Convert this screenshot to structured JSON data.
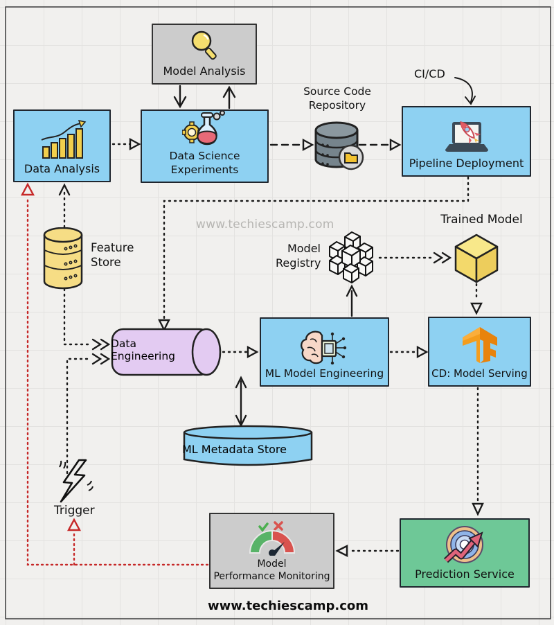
{
  "colors": {
    "node_blue": "#8ed1f2",
    "node_gray": "#cccccc",
    "node_green": "#6ec897",
    "cyl_yellow": "#f6dd85",
    "cyl_purple": "#e3cbf2",
    "red": "#c62828",
    "ink": "#1a1a1a"
  },
  "watermark_center": "www.techiescamp.com",
  "watermark_bottom": "www.techiescamp.com",
  "nodes": {
    "data_analysis": {
      "label": "Data Analysis",
      "icon": "bar-chart"
    },
    "model_analysis": {
      "label": "Model Analysis",
      "icon": "magnifier"
    },
    "data_science_experiments": {
      "label": "Data Science\nExperiments",
      "icon": "flask-gear"
    },
    "source_code_repository": {
      "label": "Source Code\nRepository",
      "icon": "database-folder"
    },
    "cicd": {
      "label": "CI/CD"
    },
    "pipeline_deployment": {
      "label": "Pipeline Deployment",
      "icon": "laptop-rocket"
    },
    "feature_store": {
      "label": "Feature\nStore",
      "icon": "yellow-database"
    },
    "model_registry": {
      "label": "Model\nRegistry",
      "icon": "cube-stack"
    },
    "trained_model": {
      "label": "Trained Model",
      "icon": "yellow-cube"
    },
    "data_engineering": {
      "label": "Data\nEngineering",
      "icon": "horizontal-cylinder"
    },
    "ml_model_engineering": {
      "label": "ML Model Engineering",
      "icon": "brain-chip"
    },
    "cd_model_serving": {
      "label": "CD: Model Serving",
      "icon": "tensorflow-logo"
    },
    "ml_metadata_store": {
      "label": "ML Metadata Store",
      "icon": "blue-cylinder"
    },
    "trigger": {
      "label": "Trigger",
      "icon": "lightning-bolt"
    },
    "model_performance_monitoring": {
      "label": "Model\nPerformance Monitoring",
      "icon": "gauge-check-x"
    },
    "prediction_service": {
      "label": "Prediction Service",
      "icon": "target-trend-arrow"
    }
  }
}
